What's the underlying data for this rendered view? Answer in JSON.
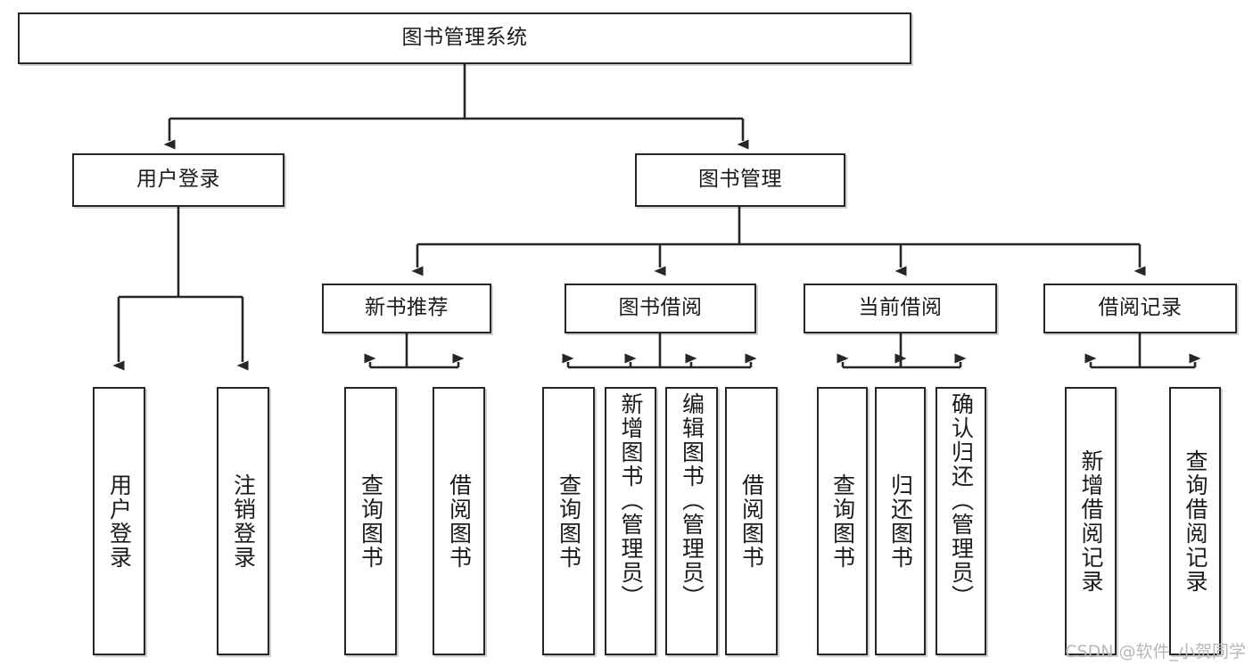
{
  "diagram": {
    "title": "图书管理系统",
    "type": "tree-hierarchy-diagram",
    "watermark": "CSDN @软件_小贺同学",
    "colors": {
      "box_border": "#262626",
      "box_fill": "#ffffff",
      "edge": "#262626",
      "text": "#1b1b1b",
      "watermark": "#b7b7b7"
    },
    "nodes": {
      "root": {
        "label": "图书管理系统"
      },
      "level1": [
        {
          "id": "user-login",
          "label": "用户登录"
        },
        {
          "id": "book-manage",
          "label": "图书管理"
        }
      ],
      "level2": [
        {
          "id": "new-book-recommend",
          "label": "新书推荐"
        },
        {
          "id": "book-borrow",
          "label": "图书借阅"
        },
        {
          "id": "current-borrow",
          "label": "当前借阅"
        },
        {
          "id": "borrow-record",
          "label": "借阅记录"
        }
      ],
      "leaves": {
        "user_login": [
          {
            "id": "leaf-user-login",
            "label": "用户登录"
          },
          {
            "id": "leaf-logout-login",
            "label": "注销登录"
          }
        ],
        "new_book_recommend": [
          {
            "id": "leaf-query-book-1",
            "label": "查询图书"
          },
          {
            "id": "leaf-borrow-book-1",
            "label": "借阅图书"
          }
        ],
        "book_borrow": [
          {
            "id": "leaf-query-book-2",
            "label": "查询图书"
          },
          {
            "id": "leaf-add-book-admin",
            "label": "新增图书（管理员）"
          },
          {
            "id": "leaf-edit-book-admin",
            "label": "编辑图书（管理员）"
          },
          {
            "id": "leaf-borrow-book-2",
            "label": "借阅图书"
          }
        ],
        "current_borrow": [
          {
            "id": "leaf-query-book-3",
            "label": "查询图书"
          },
          {
            "id": "leaf-return-book",
            "label": "归还图书"
          },
          {
            "id": "leaf-confirm-return-admin",
            "label": "确认归还（管理员）"
          }
        ],
        "borrow_record": [
          {
            "id": "leaf-add-borrow-record",
            "label": "新增借阅记录"
          },
          {
            "id": "leaf-query-borrow-record",
            "label": "查询借阅记录"
          }
        ]
      }
    }
  }
}
